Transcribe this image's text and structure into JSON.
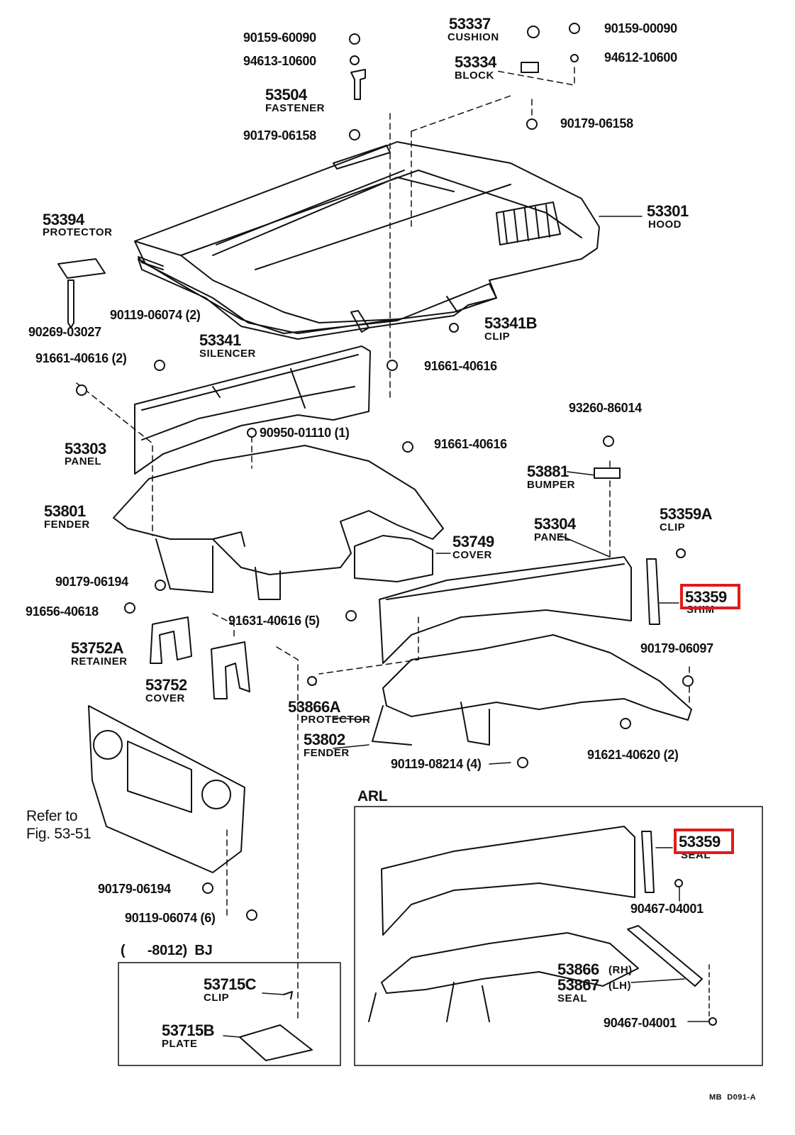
{
  "colors": {
    "highlight": "#e01b1b",
    "line": "#111111",
    "paper": "#ffffff"
  },
  "parts": {
    "p53337": {
      "number": "53337",
      "name": "CUSHION"
    },
    "p53334": {
      "number": "53334",
      "name": "BLOCK"
    },
    "p53504": {
      "number": "53504",
      "name": "FASTENER"
    },
    "p53301": {
      "number": "53301",
      "name": "HOOD"
    },
    "p53394": {
      "number": "53394",
      "name": "PROTECTOR"
    },
    "p53341": {
      "number": "53341",
      "name": "SILENCER"
    },
    "p53341b": {
      "number": "53341B",
      "name": "CLIP"
    },
    "p53303": {
      "number": "53303",
      "name": "PANEL"
    },
    "p53881": {
      "number": "53881",
      "name": "BUMPER"
    },
    "p53801": {
      "number": "53801",
      "name": "FENDER"
    },
    "p53359a": {
      "number": "53359A",
      "name": "CLIP"
    },
    "p53304": {
      "number": "53304",
      "name": "PANEL"
    },
    "p53749": {
      "number": "53749",
      "name": "COVER"
    },
    "p53359": {
      "number": "53359",
      "name": "SHIM"
    },
    "p53752a": {
      "number": "53752A",
      "name": "RETAINER"
    },
    "p53752": {
      "number": "53752",
      "name": "COVER"
    },
    "p53866a": {
      "number": "53866A",
      "name": "PROTECTOR"
    },
    "p53802": {
      "number": "53802",
      "name": "FENDER"
    },
    "p53715c": {
      "number": "53715C",
      "name": "CLIP"
    },
    "p53715b": {
      "number": "53715B",
      "name": "PLATE"
    },
    "arl53359": {
      "number": "53359",
      "name": "SEAL"
    },
    "p53866": {
      "number": "53866",
      "side": "(RH)"
    },
    "p53867": {
      "number": "53867",
      "side": "(LH)",
      "name": "SEAL"
    }
  },
  "fasteners": {
    "f1": "90159-60090",
    "f2": "90159-00090",
    "f3": "94613-10600",
    "f4": "94612-10600",
    "f5": "90179-06158",
    "f6": "90179-06158",
    "f7": "90119-06074 (2)",
    "f8": "90269-03027",
    "f9": "91661-40616 (2)",
    "f10": "91661-40616",
    "f11": "93260-86014",
    "f12": "90950-01110 (1)",
    "f13": "91661-40616",
    "f14": "90179-06194",
    "f15": "91656-40618",
    "f16": "91631-40616 (5)",
    "f17": "90179-06097",
    "f18": "91621-40620 (2)",
    "f19": "90119-08214 (4)",
    "f20": "90179-06194",
    "f21": "90119-06074 (6)",
    "f22": "90467-04001",
    "f23": "90467-04001"
  },
  "notes": {
    "refer_line1": "Refer to",
    "refer_line2": "Fig. 53-51",
    "arl": "ARL",
    "bj": "(      -8012)  BJ",
    "code": "MB  D091-A"
  }
}
